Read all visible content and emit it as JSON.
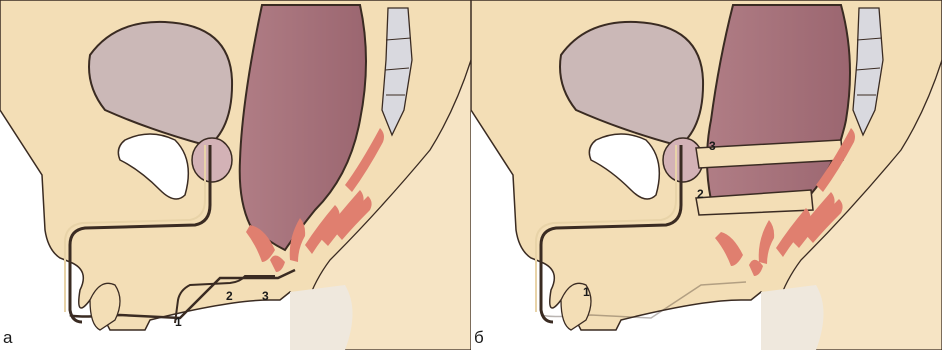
{
  "panels": [
    {
      "letter": "а",
      "labels": [
        "1",
        "2",
        "3"
      ]
    },
    {
      "letter": "б",
      "labels": [
        "1",
        "2",
        "3"
      ]
    }
  ],
  "colors": {
    "body_fill": "#f3deb6",
    "outline": "#3a2b22",
    "bladder": "#cbb8b7",
    "rectum": "#a87179",
    "rectum_dark": "#8f5a63",
    "muscle": "#e07f6f",
    "bone": "#ffffff",
    "spine": "#d9d9df"
  }
}
